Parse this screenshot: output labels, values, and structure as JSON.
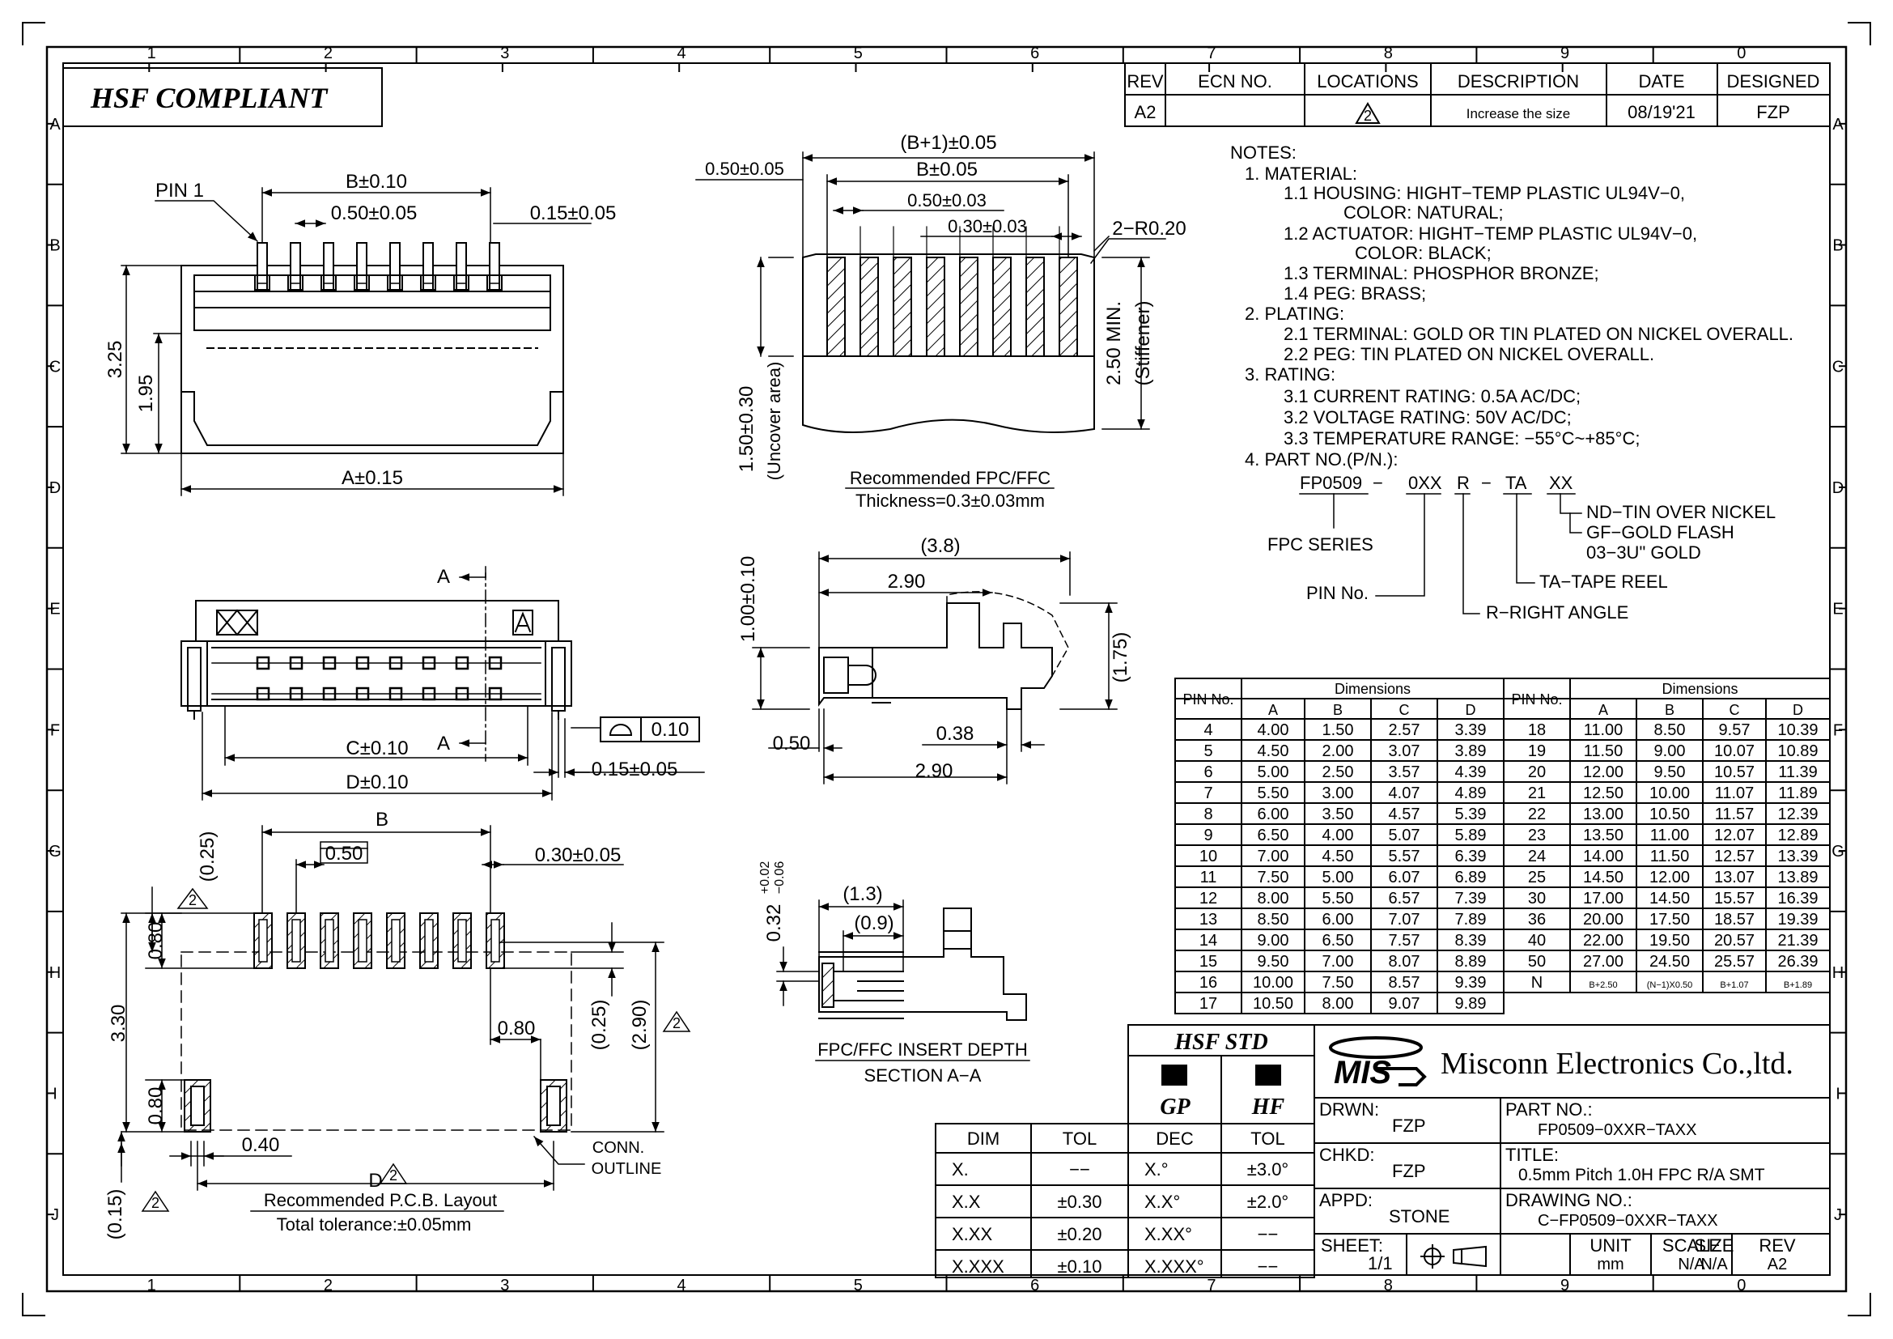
{
  "grid": {
    "cols": [
      "1",
      "2",
      "3",
      "4",
      "5",
      "6",
      "7",
      "8",
      "9",
      "0"
    ],
    "rows": [
      "A",
      "B",
      "C",
      "D",
      "E",
      "F",
      "G",
      "H",
      "I",
      "J"
    ]
  },
  "compliance": "HSF  COMPLIANT",
  "revision_table": {
    "headers": [
      "REV",
      "ECN  NO.",
      "LOCATIONS",
      "DESCRIPTION",
      "DATE",
      "DESIGNED"
    ],
    "row": {
      "rev": "A2",
      "ecn": "",
      "location": "2",
      "description": "Increase the size",
      "date": "08/19'21",
      "designed": "FZP"
    }
  },
  "top_view": {
    "pin1": "PIN  1",
    "b_dim": "B±0.10",
    "pitch": "0.50±0.05",
    "pin_width": "0.15±0.05",
    "height_total": "3.25",
    "height_partial": "1.95",
    "a_dim": "A±0.15"
  },
  "fpc_view": {
    "b_plus": "(B+1)±0.05",
    "b_dim": "B±0.05",
    "pitch": "0.50±0.03",
    "width": "0.30±0.03",
    "radius": "2−R0.20",
    "left": "0.50±0.05",
    "stiffener_a": "2.50 MIN.",
    "stiffener_b": "(Stiffener)",
    "uncover_a": "1.50±0.30",
    "uncover_b": "(Uncover area)",
    "caption_a": "Recommended FPC/FFC",
    "caption_b": "Thickness=0.3±0.03mm"
  },
  "front_view": {
    "section_mark": "A",
    "mark_xx": "XX",
    "mark_a": "A",
    "c_dim": "C±0.10",
    "d_dim": "D±0.10",
    "peg": "0.15±0.05",
    "flatness": "0.10"
  },
  "side_view": {
    "height": "1.00±0.10",
    "total": "(3.8)",
    "upper": "2.90",
    "right": "(1.75)",
    "left_foot": "0.50",
    "foot": "0.38",
    "bottom": "2.90"
  },
  "section_view": {
    "depth": "(1.3)",
    "inner": "(0.9)",
    "thick": "0.32",
    "tol_plus": "+0.02",
    "tol_minus": "−0.06",
    "caption_a": "FPC/FFC  INSERT  DEPTH",
    "caption_b": "SECTION  A−A"
  },
  "pcb_layout": {
    "b": "B",
    "pitch": "0.50",
    "pad_w": "0.30±0.05",
    "top_offset": "(0.25)",
    "pad_len": "0.80",
    "height": "3.30",
    "peg_len": "0.80",
    "peg_gap": "0.80",
    "mid": "(0.25)",
    "right": "(2.90)",
    "peg_w": "0.40",
    "d": "D",
    "bottom": "(0.15)",
    "outline_a": "CONN.",
    "outline_b": "OUTLINE",
    "rev_mark": "2",
    "caption_a": "Recommended  P.C.B.  Layout",
    "caption_b": "Total  tolerance:±0.05mm"
  },
  "notes": [
    "NOTES:",
    "1.  MATERIAL:",
    "1.1  HOUSING:  HIGHT−TEMP  PLASTIC  UL94V−0,",
    "COLOR:  NATURAL;",
    "1.2  ACTUATOR:  HIGHT−TEMP  PLASTIC  UL94V−0,",
    "COLOR:  BLACK;",
    "1.3  TERMINAL:  PHOSPHOR  BRONZE;",
    "1.4  PEG:  BRASS;",
    "2.  PLATING:",
    "2.1  TERMINAL:  GOLD  OR  TIN  PLATED  ON  NICKEL  OVERALL.",
    "2.2  PEG:  TIN  PLATED  ON  NICKEL  OVERALL.",
    "3.  RATING:",
    "3.1  CURRENT  RATING:  0.5A  AC/DC;",
    "3.2  VOLTAGE  RATING:  50V  AC/DC;",
    "3.3  TEMPERATURE  RANGE:  −55°C~+85°C;",
    "4.  PART  NO.(P/N.):"
  ],
  "part_code": {
    "series": "FP0509",
    "pins": "0XX",
    "angle": "R",
    "pack": "TA",
    "plating": "XX",
    "series_label": "FPC  SERIES",
    "pins_label": "PIN  No.",
    "angle_label": "R−RIGHT  ANGLE",
    "pack_label": "TA−TAPE  REEL",
    "plating_a": "ND−TIN  OVER  NICKEL",
    "plating_b": "GF−GOLD  FLASH",
    "plating_c": "03−3U\"  GOLD"
  },
  "dim_table": {
    "pin_header": "PIN  No.",
    "group_header": "Dimensions",
    "cols": [
      "A",
      "B",
      "C",
      "D"
    ],
    "left": [
      [
        "4",
        "4.00",
        "1.50",
        "2.57",
        "3.39"
      ],
      [
        "5",
        "4.50",
        "2.00",
        "3.07",
        "3.89"
      ],
      [
        "6",
        "5.00",
        "2.50",
        "3.57",
        "4.39"
      ],
      [
        "7",
        "5.50",
        "3.00",
        "4.07",
        "4.89"
      ],
      [
        "8",
        "6.00",
        "3.50",
        "4.57",
        "5.39"
      ],
      [
        "9",
        "6.50",
        "4.00",
        "5.07",
        "5.89"
      ],
      [
        "10",
        "7.00",
        "4.50",
        "5.57",
        "6.39"
      ],
      [
        "11",
        "7.50",
        "5.00",
        "6.07",
        "6.89"
      ],
      [
        "12",
        "8.00",
        "5.50",
        "6.57",
        "7.39"
      ],
      [
        "13",
        "8.50",
        "6.00",
        "7.07",
        "7.89"
      ],
      [
        "14",
        "9.00",
        "6.50",
        "7.57",
        "8.39"
      ],
      [
        "15",
        "9.50",
        "7.00",
        "8.07",
        "8.89"
      ],
      [
        "16",
        "10.00",
        "7.50",
        "8.57",
        "9.39"
      ],
      [
        "17",
        "10.50",
        "8.00",
        "9.07",
        "9.89"
      ]
    ],
    "right": [
      [
        "18",
        "11.00",
        "8.50",
        "9.57",
        "10.39"
      ],
      [
        "19",
        "11.50",
        "9.00",
        "10.07",
        "10.89"
      ],
      [
        "20",
        "12.00",
        "9.50",
        "10.57",
        "11.39"
      ],
      [
        "21",
        "12.50",
        "10.00",
        "11.07",
        "11.89"
      ],
      [
        "22",
        "13.00",
        "10.50",
        "11.57",
        "12.39"
      ],
      [
        "23",
        "13.50",
        "11.00",
        "12.07",
        "12.89"
      ],
      [
        "24",
        "14.00",
        "11.50",
        "12.57",
        "13.39"
      ],
      [
        "25",
        "14.50",
        "12.00",
        "13.07",
        "13.89"
      ],
      [
        "30",
        "17.00",
        "14.50",
        "15.57",
        "16.39"
      ],
      [
        "36",
        "20.00",
        "17.50",
        "18.57",
        "19.39"
      ],
      [
        "40",
        "22.00",
        "19.50",
        "20.57",
        "21.39"
      ],
      [
        "50",
        "27.00",
        "24.50",
        "25.57",
        "26.39"
      ],
      [
        "N",
        "B+2.50",
        "(N−1)X0.50",
        "B+1.07",
        "B+1.89"
      ]
    ]
  },
  "hsf_std": {
    "title": "HSF  STD",
    "gp": "GP",
    "hf": "HF"
  },
  "tol_table": {
    "headers": [
      "DIM",
      "TOL",
      "DEC",
      "TOL"
    ],
    "rows": [
      [
        "X.",
        "−−",
        "X.°",
        "±3.0°"
      ],
      [
        "X.X",
        "±0.30",
        "X.X°",
        "±2.0°"
      ],
      [
        "X.XX",
        "±0.20",
        "X.XX°",
        "−−"
      ],
      [
        "X.XXX",
        "±0.10",
        "X.XXX°",
        "−−"
      ]
    ]
  },
  "title_block": {
    "logo": "MIS",
    "company": "Misconn Electronics Co.,ltd.",
    "drwn_label": "DRWN:",
    "drwn": "FZP",
    "chkd_label": "CHKD:",
    "chkd": "FZP",
    "appd_label": "APPD:",
    "appd": "STONE",
    "part_label": "PART  NO.:",
    "part": "FP0509−0XXR−TAXX",
    "title_label": "TITLE:",
    "title": "0.5mm  Pitch  1.0H  FPC  R/A  SMT",
    "dwg_label": "DRAWING  NO.:",
    "dwg": "C−FP0509−0XXR−TAXX",
    "sheet_label": "SHEET:",
    "sheet": "1/1",
    "unit_label": "UNIT",
    "unit": "mm",
    "scale_label": "SCALE",
    "scale": "N/A",
    "size_label": "SIZE",
    "size": "N/A",
    "rev_label": "REV",
    "rev": "A2"
  }
}
